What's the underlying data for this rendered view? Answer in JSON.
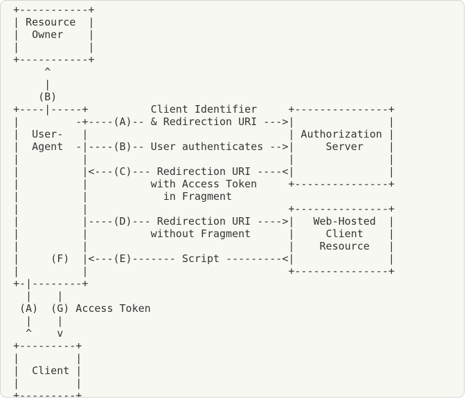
{
  "diagram": {
    "lines": [
      "+-----------+",
      "| Resource  |",
      "|  Owner    |",
      "|           |",
      "+-----------+",
      "     ^",
      "     |",
      "    (B)",
      "+----|-----+          Client Identifier     +---------------+",
      "|         -+----(A)-- & Redirection URI --->|               |",
      "|  User-   |                                | Authorization |",
      "|  Agent  -|----(B)-- User authenticates -->|     Server    |",
      "|          |                                |               |",
      "|          |<---(C)--- Redirection URI ----<|               |",
      "|          |          with Access Token     +---------------+",
      "|          |            in Fragment",
      "|          |                                +---------------+",
      "|          |----(D)--- Redirection URI ---->|   Web-Hosted  |",
      "|          |          without Fragment      |     Client    |",
      "|          |                                |    Resource   |",
      "|     (F)  |<---(E)------- Script ---------<|               |",
      "|          |                                +---------------+",
      "+-|--------+",
      "  |    |",
      " (A)  (G) Access Token",
      "  |    |",
      "  ^    v",
      "+---------+",
      "|         |",
      "|  Client |",
      "|         |",
      "+---------+"
    ]
  }
}
